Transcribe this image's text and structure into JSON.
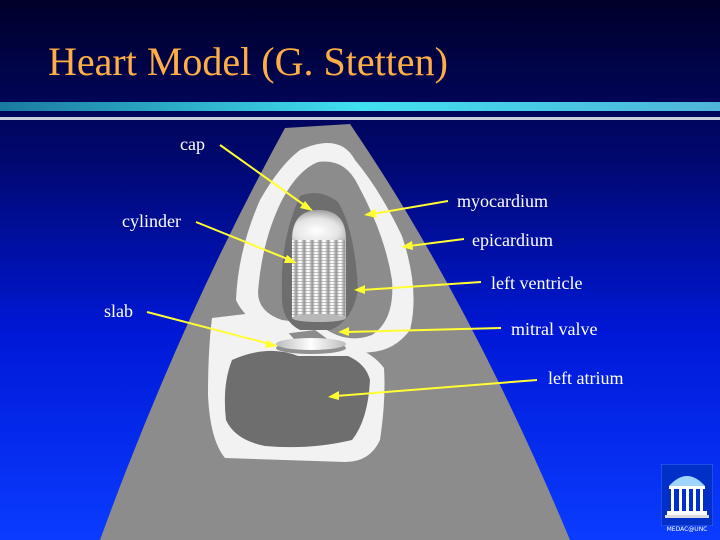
{
  "slide": {
    "title": "Heart Model (G. Stetten)"
  },
  "labels": {
    "cap": "cap",
    "cylinder": "cylinder",
    "slab": "slab",
    "myocardium": "myocardium",
    "epicardium": "epicardium",
    "left_ventricle": "left ventricle",
    "mitral_valve": "mitral valve",
    "left_atrium": "left atrium"
  },
  "logo": {
    "caption": "MEDAC@UNC"
  },
  "colors": {
    "title": "#ffae45",
    "label": "#ffffff",
    "arrow": "#ffff33",
    "scan_sector": "#8c8c8c",
    "tissue": "#f2f2f2",
    "chamber": "#6e6e6e"
  }
}
